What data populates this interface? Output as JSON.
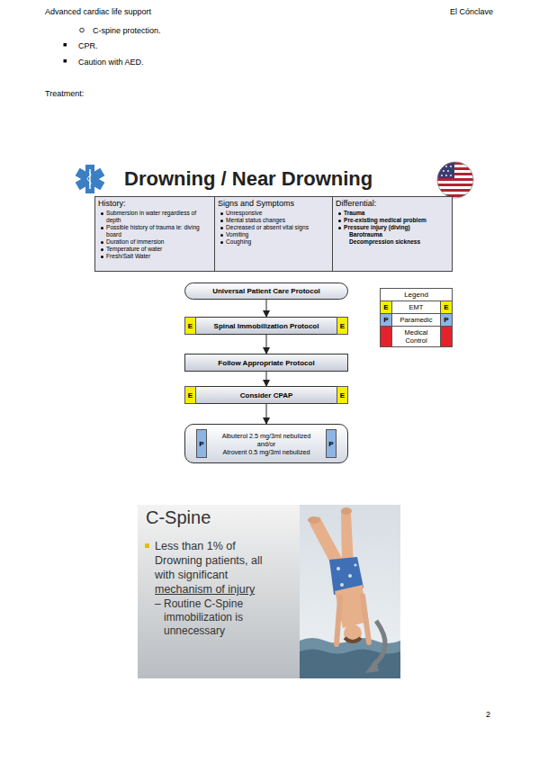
{
  "diagram": {
    "title": "Drowning / Near Drowning",
    "nodes": [
      {
        "text": [
          "History:",
          "Submersion in water regardless of depth",
          "Possible history of trauma ie: diving board",
          "Duration of immersion",
          "Temperature of water",
          "Fresh/Salt Water"
        ]
      },
      {
        "text": [
          "Signs and Symptoms",
          "Unresponsive",
          "Mental status changes",
          "Decreased or absent vital signs",
          "Vomiting",
          "Coughing"
        ]
      },
      {
        "text": [
          "Differential:",
          "Trauma",
          "Pre-existing medical problem",
          "Pressure injury (diving)",
          "Barotrauma",
          "Decompression sickness"
        ]
      },
      {
        "text": [
          "Universal Patient Care Protocol"
        ]
      },
      {
        "text": [
          "Spinal Immobilization Protocol"
        ]
      },
      {
        "text": [
          "E"
        ],
        "in": 4
      },
      {
        "text": [
          "E"
        ],
        "in": 4
      },
      {
        "text": [
          "Follow Appropriate Protocol"
        ]
      },
      {
        "text": [
          "Consider CPAP"
        ]
      },
      {
        "text": [
          "E"
        ],
        "in": 8
      },
      {
        "text": [
          "E"
        ],
        "in": 8
      },
      {
        "text": [
          "Albuterol 2.5 mg/3ml nebulized",
          "and/or",
          "Atrovent 0.5 mg/3ml nebulized"
        ]
      },
      {
        "text": [
          "P"
        ],
        "in": 11
      },
      {
        "text": [
          "P"
        ],
        "in": 11
      }
    ],
    "edges": [
      {
        "from": 3,
        "to": 4,
        "arrow": "to"
      },
      {
        "from": 4,
        "to": 7,
        "arrow": "to"
      },
      {
        "from": 7,
        "to": 8,
        "arrow": "to"
      },
      {
        "from": 8,
        "to": 11,
        "arrow": "to"
      }
    ],
    "labels": [
      "Advanced cardiac life support",
      "El Cónclave",
      "C-spine protection.",
      "CPR.",
      "Caution with AED.",
      "Treatment:",
      "Legend",
      "E",
      "E",
      "P",
      "P",
      "C-Spine",
      "Less than 1% of Drowning patients, all with significant",
      "mechanism of injury",
      "– Routine C-Spine immobilization is unnecessary",
      "2"
    ],
    "legend": [
      {
        "text": "EMT",
        "color": "#f5ef00"
      },
      {
        "text": "Paramedic",
        "color": "#8db4e2"
      },
      {
        "text": "Medical Control",
        "color": "#e3222b"
      }
    ]
  }
}
